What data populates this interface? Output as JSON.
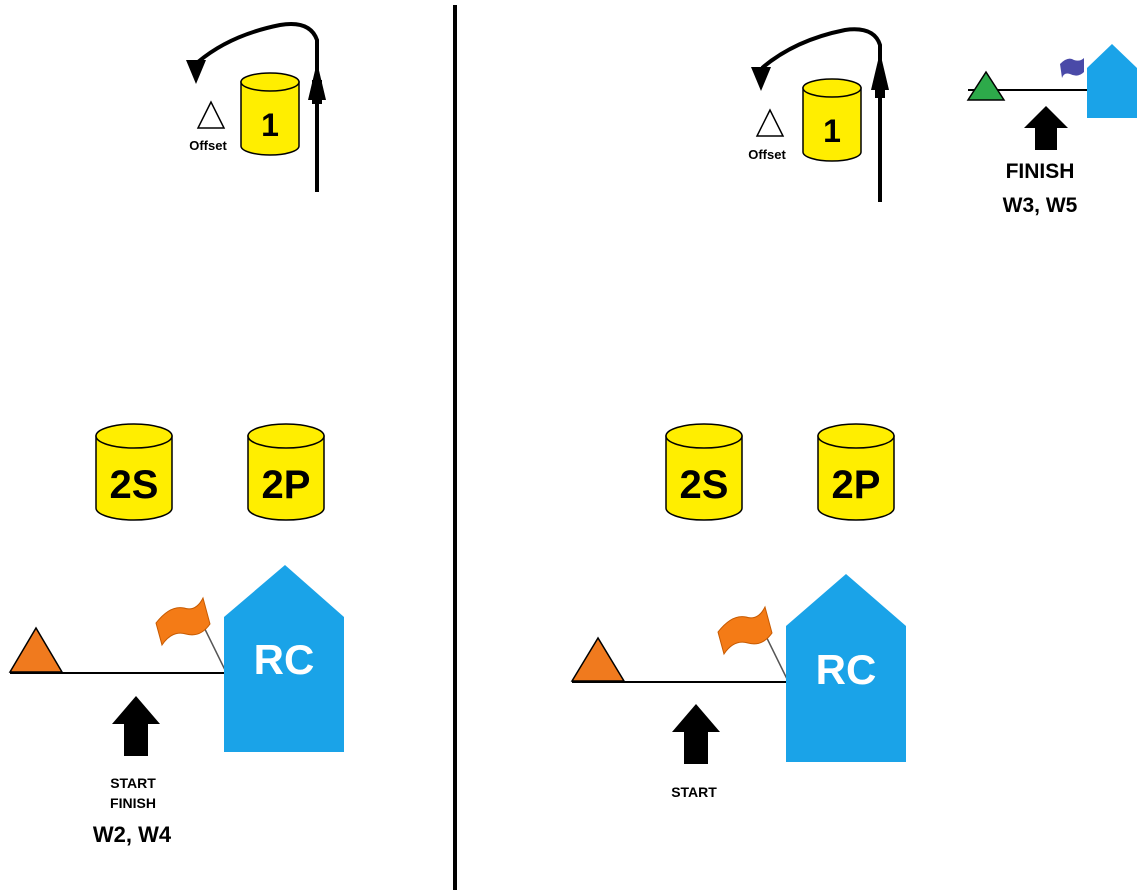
{
  "colors": {
    "buoy_fill": "#ffee00",
    "rc_fill": "#1aa3e8",
    "orange_mark": "#f07a1e",
    "orange_flag": "#f47b16",
    "green_mark": "#2daa4a",
    "blue_flag": "#4a4aa8",
    "divider": "#000000"
  },
  "left": {
    "mark1_label": "1",
    "offset_label": "Offset",
    "mark2s_label": "2S",
    "mark2p_label": "2P",
    "rc_label": "RC",
    "start_label": "START",
    "finish_label": "FINISH",
    "legs_label": "W2, W4"
  },
  "right": {
    "mark1_label": "1",
    "offset_label": "Offset",
    "mark2s_label": "2S",
    "mark2p_label": "2P",
    "rc_label": "RC",
    "start_label": "START",
    "finish_label": "FINISH",
    "legs_label": "W3, W5"
  }
}
